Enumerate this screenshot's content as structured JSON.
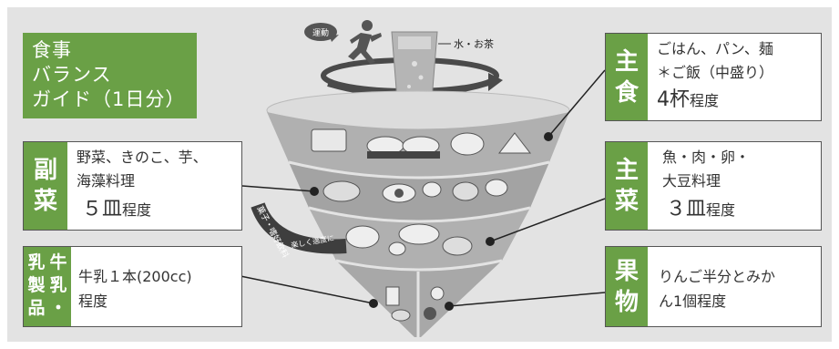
{
  "title": {
    "line1": "食事",
    "line2": "バランス",
    "line3": "ガイド（1日分）"
  },
  "top": {
    "exercise_label": "運動",
    "water_label": "水・お茶"
  },
  "snack_label": {
    "main": "菓子・嗜好飲料",
    "sub": "楽しく適度に"
  },
  "groups": {
    "staple": {
      "tab": [
        "主",
        "食"
      ],
      "line1": "ごはん、パン、麺",
      "line2": "＊ご飯（中盛り）",
      "amount": "4杯",
      "unit": "程度"
    },
    "side": {
      "tab": [
        "副",
        "菜"
      ],
      "line1": "野菜、きのこ、芋、",
      "line2": "海藻料理",
      "amount": "５皿",
      "unit": "程度"
    },
    "main": {
      "tab": [
        "主",
        "菜"
      ],
      "line1": "魚・肉・卵・",
      "line2": "大豆料理",
      "amount": "３皿",
      "unit": "程度"
    },
    "dairy": {
      "tab_col1": [
        "乳",
        "製",
        "品"
      ],
      "tab_col2": [
        "牛",
        "乳",
        "・"
      ],
      "line1": "牛乳１本(200cc)",
      "line2": "程度"
    },
    "fruit": {
      "tab": [
        "果",
        "物"
      ],
      "line1": "りんご半分とみか",
      "line2": "ん1個程度"
    }
  },
  "colors": {
    "accent_green": "#6aa046",
    "panel_gray": "#e3e3e3"
  }
}
